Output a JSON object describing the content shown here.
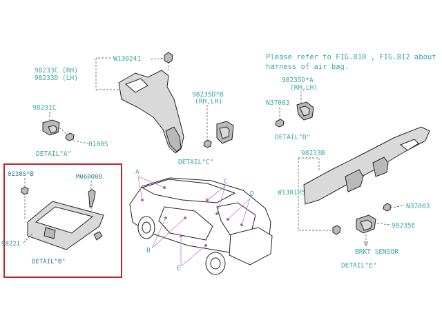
{
  "note": {
    "line1": "Please refer to FIG.810 , FIG.812 about",
    "line2": "harness of air bag."
  },
  "labels": {
    "w130241": "W130241",
    "p98233c": "98233C (RH)",
    "p98233d": "98233D (LH)",
    "p98231c": "98231C",
    "p0100s": "0100S",
    "detail_a": "DETAIL\"A\"",
    "p98235d_b": "98235D*B",
    "rh_lh_b": "(RH,LH)",
    "detail_c": "DETAIL\"C\"",
    "p98235d_a": "98235D*A",
    "rh_lh_a": "(RH,LH)",
    "n37003_top": "N37003",
    "detail_d": "DETAIL\"D\"",
    "p98233b": "98233B",
    "w130105": "W130105",
    "n37003_bottom": "N37003",
    "p98235e": "98235E",
    "brkt_sensor": "BRKT SENSOR",
    "detail_e": "DETAIL\"E\"",
    "p0238s": "0238S*B",
    "m060008": "M060008",
    "p98221": "98221",
    "detail_b": "DETAIL\"B\"",
    "call_a": "A",
    "call_b": "B",
    "call_c": "C",
    "call_d": "D",
    "call_e": "E"
  },
  "colors": {
    "label_text": "#3aa7a7",
    "leader_line": "#c779c7",
    "highlight_frame": "#c0242b",
    "outline": "#222222"
  }
}
